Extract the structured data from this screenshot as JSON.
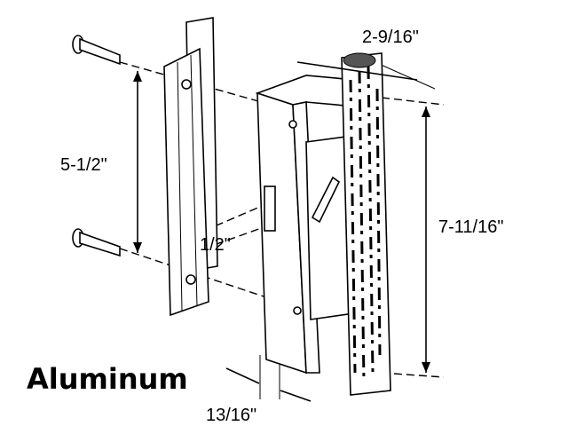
{
  "labels": {
    "width_top": "2-9/16\"",
    "screw_spacing": "5-1/2\"",
    "offset": "1/2\"",
    "height": "7-11/16\"",
    "depth": "13/16\"",
    "material": "Aluminum"
  }
}
